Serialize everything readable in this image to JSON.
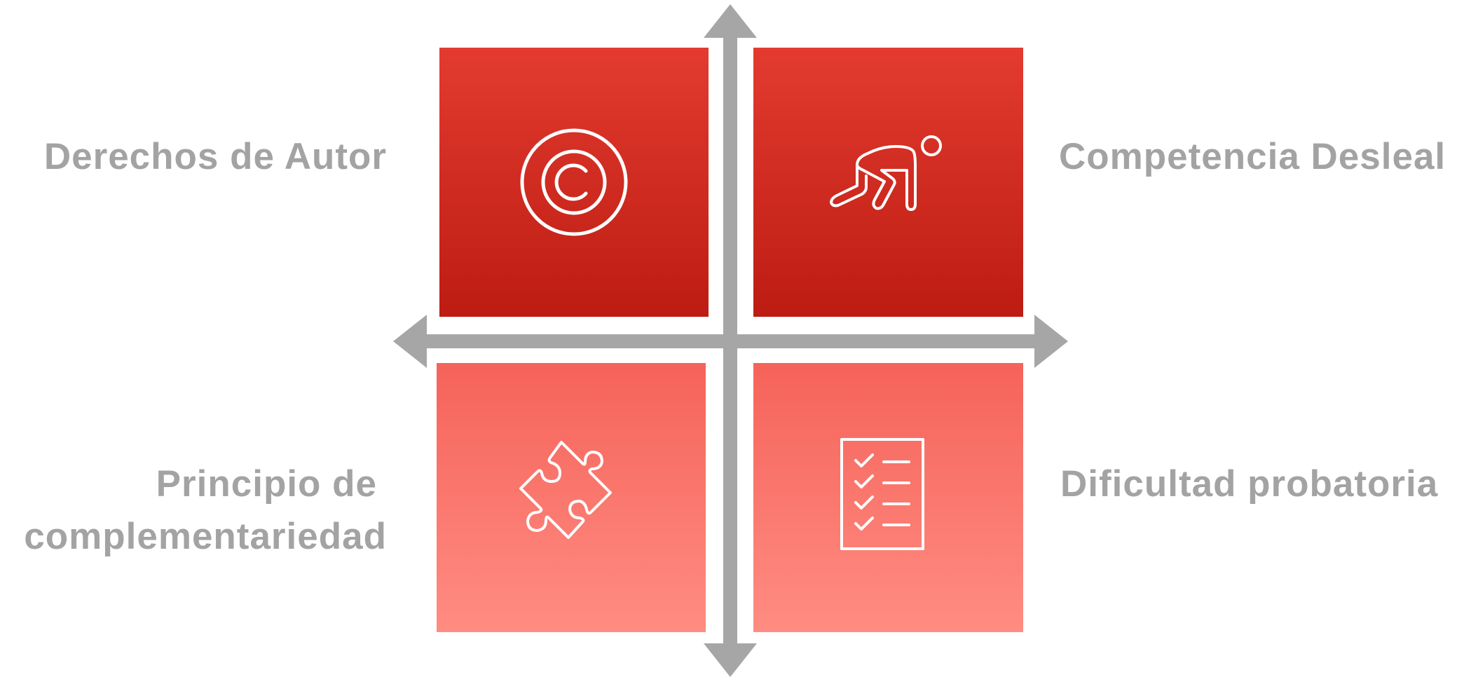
{
  "colors": {
    "dark_top": "#e33b2f",
    "dark_bottom": "#bd1c13",
    "light_top": "#f5635a",
    "light_bottom": "#ff8c82",
    "axis": "#a6a6a6",
    "label": "#a3a3a3"
  },
  "quadrants": {
    "top_left": {
      "label": "Derechos de Autor",
      "icon": "copyright-icon"
    },
    "top_right": {
      "label": "Competencia Desleal",
      "icon": "sprinter-start-icon"
    },
    "bottom_left": {
      "label_line1": "Principio de",
      "label_line2": "complementariedad",
      "icon": "puzzle-piece-icon"
    },
    "bottom_right": {
      "label": "Dificultad probatoria",
      "icon": "checklist-icon"
    }
  }
}
